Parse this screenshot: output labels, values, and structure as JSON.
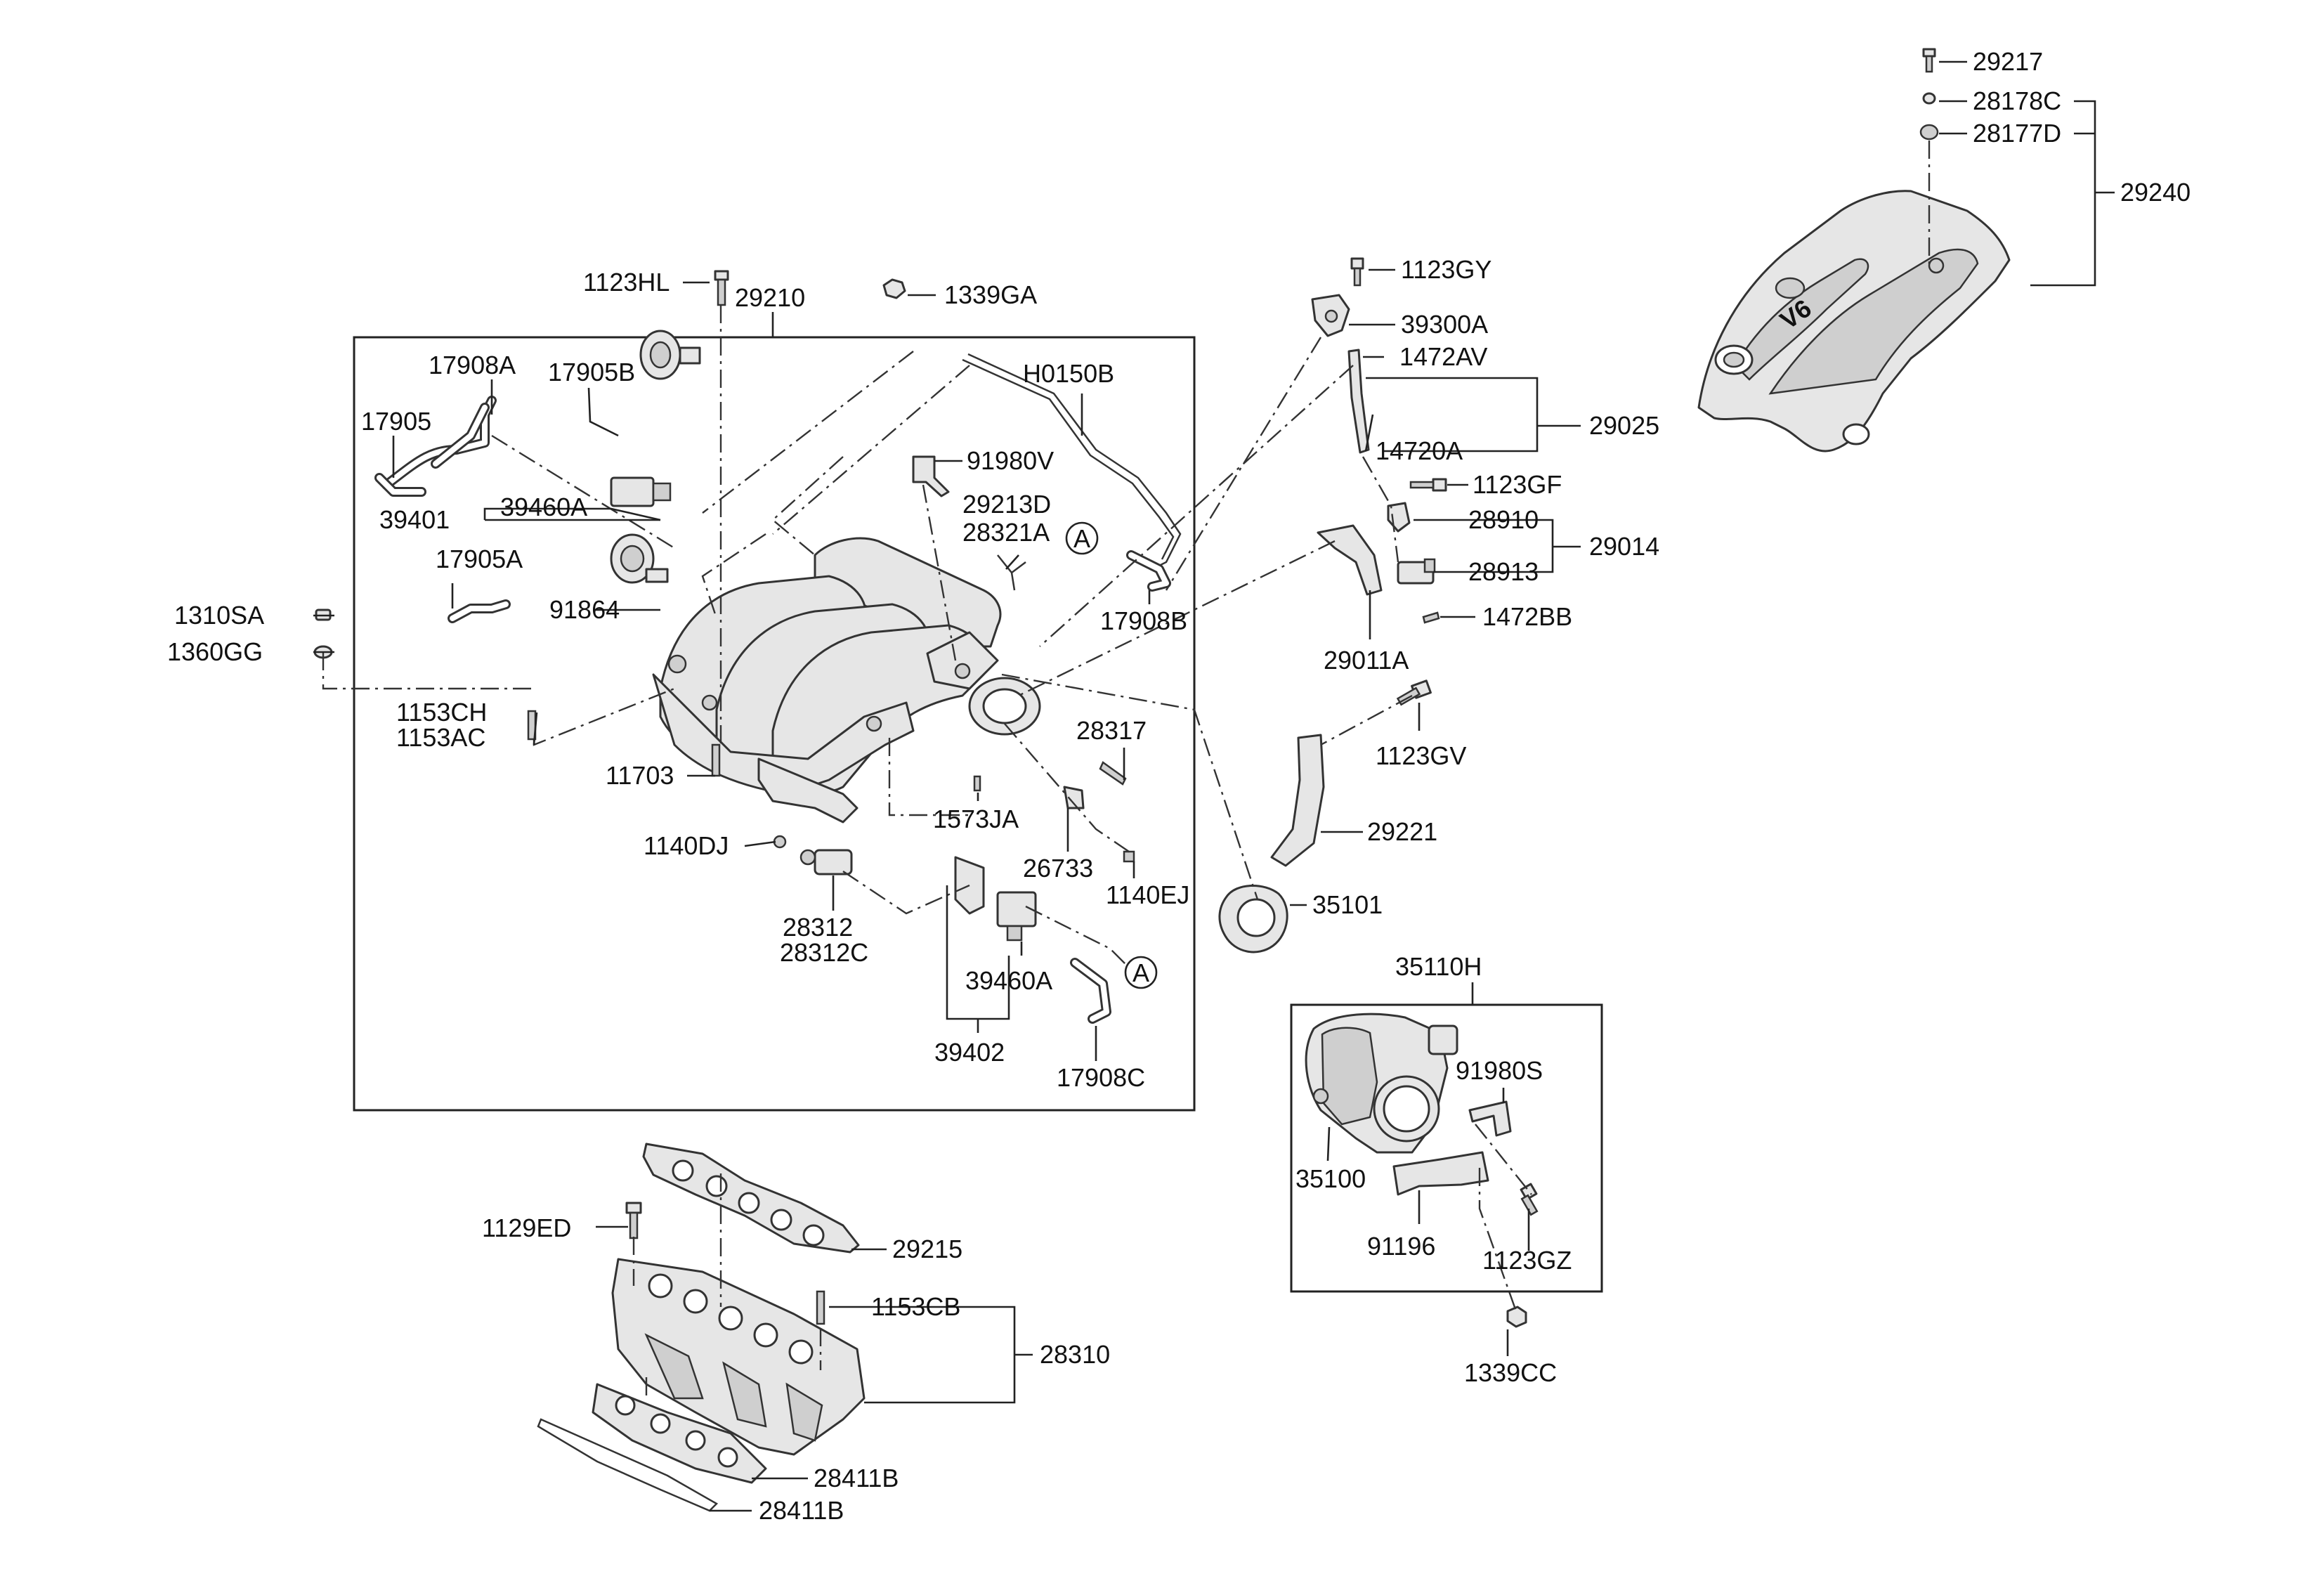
{
  "labels": {
    "p29217": "29217",
    "p28178C": "28178C",
    "p28177D": "28177D",
    "p29240": "29240",
    "p1123HL": "1123HL",
    "p29210": "29210",
    "p1339GA": "1339GA",
    "p1123GY": "1123GY",
    "p39300A": "39300A",
    "p17908A": "17908A",
    "p17905B": "17905B",
    "p17905": "17905",
    "pH0150B": "H0150B",
    "p1472AV": "1472AV",
    "p29025": "29025",
    "p14720A": "14720A",
    "p91980V": "91980V",
    "p1123GF": "1123GF",
    "p39401": "39401",
    "p39460A_1": "39460A",
    "p29213D": "29213D",
    "p28321A": "28321A",
    "p28910": "28910",
    "p29014": "29014",
    "p28913": "28913",
    "p17905A": "17905A",
    "p1310SA": "1310SA",
    "p91864": "91864",
    "p17908B": "17908B",
    "p1472BB": "1472BB",
    "p1360GG": "1360GG",
    "p29011A": "29011A",
    "p1153CH": "1153CH",
    "p1153AC": "1153AC",
    "p28317": "28317",
    "p1123GV": "1123GV",
    "p11703": "11703",
    "p1573JA": "1573JA",
    "p29221": "29221",
    "p1140DJ": "1140DJ",
    "p26733": "26733",
    "p1140EJ": "1140EJ",
    "p35101": "35101",
    "p28312": "28312",
    "p28312C": "28312C",
    "p35110H": "35110H",
    "p39460A_2": "39460A",
    "p39402": "39402",
    "p17908C": "17908C",
    "p91980S": "91980S",
    "p35100": "35100",
    "p91196": "91196",
    "p1123GZ": "1123GZ",
    "p1129ED": "1129ED",
    "p29215": "29215",
    "p1153CB": "1153CB",
    "p28310": "28310",
    "p1339CC": "1339CC",
    "p28411B_1": "28411B",
    "p28411B_2": "28411B"
  },
  "callouts": {
    "a1": "A",
    "a2": "A"
  },
  "cover_badge": "V6"
}
